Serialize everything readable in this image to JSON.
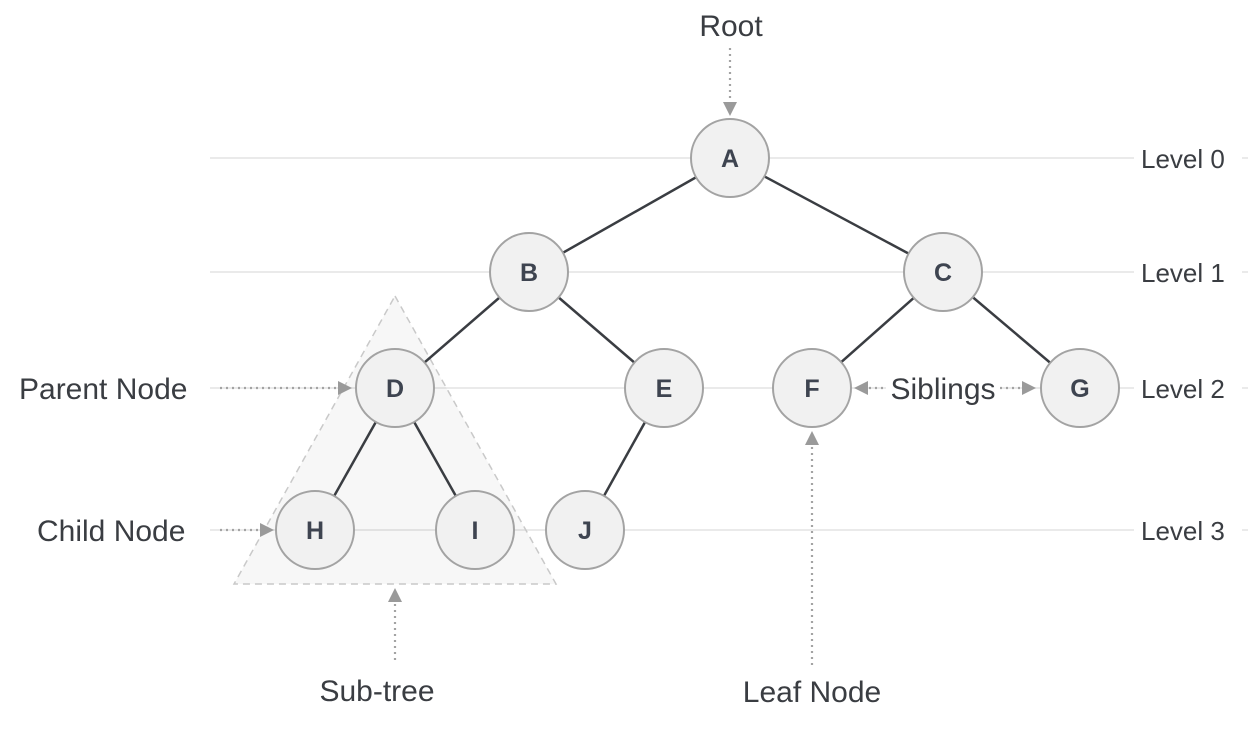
{
  "diagram_type": "binary-tree",
  "colors": {
    "background": "#ffffff",
    "node_fill": "#f1f1f1",
    "node_border": "#a3a3a3",
    "node_text": "#3e4450",
    "edge_line": "#3a3d42",
    "gridline": "#e3e3e3",
    "annotation_text": "#3a3d42",
    "arrow": "#9a9a9a",
    "subtree_dash": "#c9c9c9"
  },
  "tree": {
    "nodes": [
      {
        "id": "A",
        "label": "A",
        "level": 0
      },
      {
        "id": "B",
        "label": "B",
        "level": 1
      },
      {
        "id": "C",
        "label": "C",
        "level": 1
      },
      {
        "id": "D",
        "label": "D",
        "level": 2
      },
      {
        "id": "E",
        "label": "E",
        "level": 2
      },
      {
        "id": "F",
        "label": "F",
        "level": 2
      },
      {
        "id": "G",
        "label": "G",
        "level": 2
      },
      {
        "id": "H",
        "label": "H",
        "level": 3
      },
      {
        "id": "I",
        "label": "I",
        "level": 3
      },
      {
        "id": "J",
        "label": "J",
        "level": 3
      }
    ],
    "edges": [
      {
        "from": "A",
        "to": "B"
      },
      {
        "from": "A",
        "to": "C"
      },
      {
        "from": "B",
        "to": "D"
      },
      {
        "from": "B",
        "to": "E"
      },
      {
        "from": "C",
        "to": "F"
      },
      {
        "from": "C",
        "to": "G"
      },
      {
        "from": "D",
        "to": "H"
      },
      {
        "from": "D",
        "to": "I"
      },
      {
        "from": "E",
        "to": "J"
      }
    ]
  },
  "levels": [
    {
      "label": "Level 0"
    },
    {
      "label": "Level 1"
    },
    {
      "label": "Level 2"
    },
    {
      "label": "Level 3"
    }
  ],
  "annotations": {
    "root_label": "Root",
    "parent_node_label": "Parent Node",
    "child_node_label": "Child Node",
    "siblings_label": "Siblings",
    "subtree_label": "Sub-tree",
    "leaf_node_label": "Leaf Node"
  }
}
